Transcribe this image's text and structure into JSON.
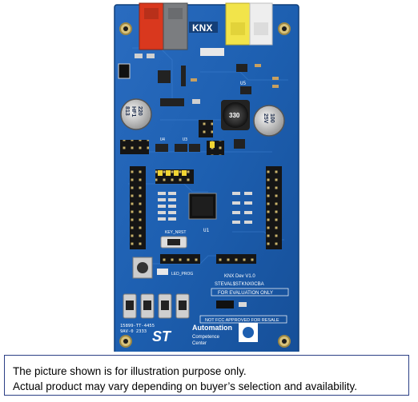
{
  "board": {
    "knx_logo": "KNX",
    "coil_label": "330",
    "inductor_label_1": "220",
    "inductor_label_2": "HF1",
    "inductor_label_3": "813",
    "cap_label_1": "100",
    "cap_label_2": "25V",
    "version_label": "KNX Dev V1.0",
    "model_label": "STEVAL$STKNX0CBA",
    "eval_label": "FOR EVALUATION ONLY",
    "fcc_label": "NOT FCC APPROVED FOR RESALE",
    "key_nrst_label": "KEY_NRST",
    "led_prog_label": "LED_PROG",
    "serial_label_1": "15899-TT-4455",
    "serial_label_2": "9AV-0  2333",
    "vendor_brand": "Automation",
    "vendor_line_1": "Competence",
    "vendor_line_2": "Center",
    "st_logo": "ST",
    "u1_label": "U1",
    "u3_label": "U3",
    "u4_label": "U4",
    "u5_label": "U5"
  },
  "disclaimer": {
    "line1": "The picture shown is for illustration purpose only.",
    "line2": "Actual product may vary depending on buyer’s selection and availability."
  },
  "colors": {
    "pcb_blue": "#1d5fb0",
    "red_connector": "#d9381e",
    "grey_connector": "#7b7d80",
    "yellow_connector": "#f2e44a",
    "white_connector": "#eeeeee",
    "disclaimer_border": "#2b3f85"
  }
}
